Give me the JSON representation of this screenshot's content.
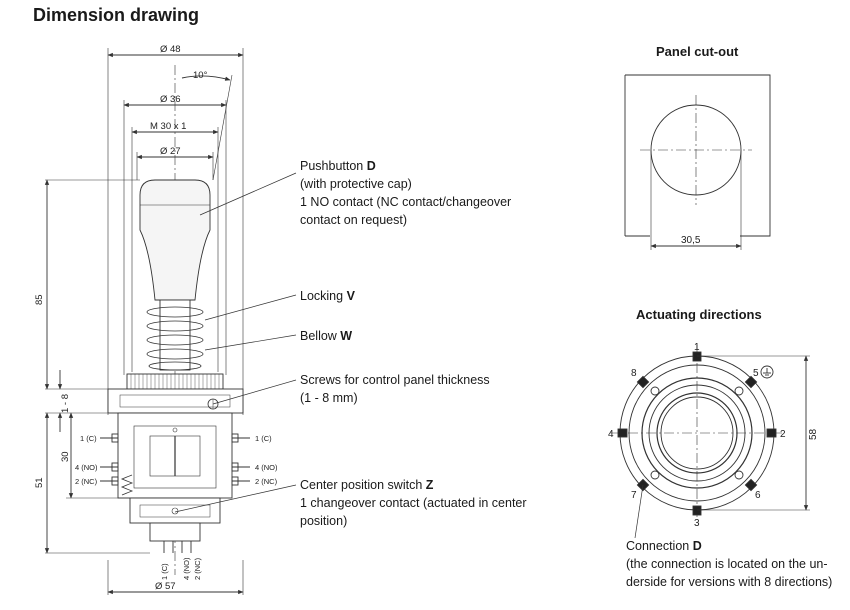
{
  "title": "Dimension drawing",
  "panel_cutout": {
    "title": "Panel cut-out",
    "dim": "30,5"
  },
  "actuating": {
    "title": "Actuating directions",
    "directions": [
      "1",
      "2",
      "3",
      "4",
      "5",
      "6",
      "7",
      "8"
    ],
    "connection_letter": "D",
    "connection_label": "Connection",
    "connection_note_1": "(the connection is located on the un-",
    "connection_note_2": "derside for versions with 8 directions)",
    "dim": "58"
  },
  "main_dims": {
    "d48": "Ø 48",
    "angle": "10°",
    "d36": "Ø 36",
    "m30": "M 30 x 1",
    "d27": "Ø 27",
    "h85": "85",
    "h1_8": "1 - 8",
    "h30": "30",
    "h51": "51",
    "d57": "Ø 57"
  },
  "terminals": {
    "left": [
      "1 (C)",
      "4 (NO)",
      "2 (NC)"
    ],
    "right": [
      "1 (C)",
      "4 (NO)",
      "2 (NC)"
    ],
    "bottom": [
      "1 (C)",
      "4 (NO)",
      "2 (NC)"
    ]
  },
  "callouts": {
    "pushbutton": {
      "text": "Pushbutton ",
      "letter": "D",
      "line2": "(with protective cap)",
      "line3": "1 NO contact (NC contact/changeover",
      "line4": "contact on request)"
    },
    "locking": {
      "text": "Locking ",
      "letter": "V"
    },
    "bellow": {
      "text": "Bellow ",
      "letter": "W"
    },
    "screws": {
      "line1": "Screws for control panel thickness",
      "line2": "(1 - 8 mm)"
    },
    "switch": {
      "text": "Center position switch ",
      "letter": "Z",
      "line2": "1 changeover contact (actuated in center",
      "line3": "position)"
    }
  }
}
